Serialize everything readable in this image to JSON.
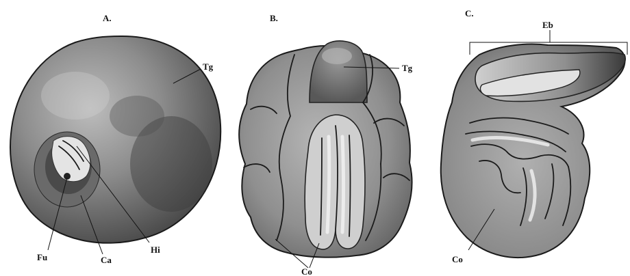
{
  "panels": [
    {
      "title": "A.",
      "labels": {
        "tg": "Tg",
        "fu": "Fu",
        "ca": "Ca",
        "hi": "Hi"
      }
    },
    {
      "title": "B.",
      "labels": {
        "tg": "Tg",
        "co": "Co"
      }
    },
    {
      "title": "C.",
      "labels": {
        "eb": "Eb",
        "co": "Co"
      }
    }
  ],
  "colors": {
    "ink": "#111111",
    "tissue_dark": "#3a3a3a",
    "tissue_mid": "#8a8a8a",
    "tissue_light": "#dcdcdc"
  }
}
